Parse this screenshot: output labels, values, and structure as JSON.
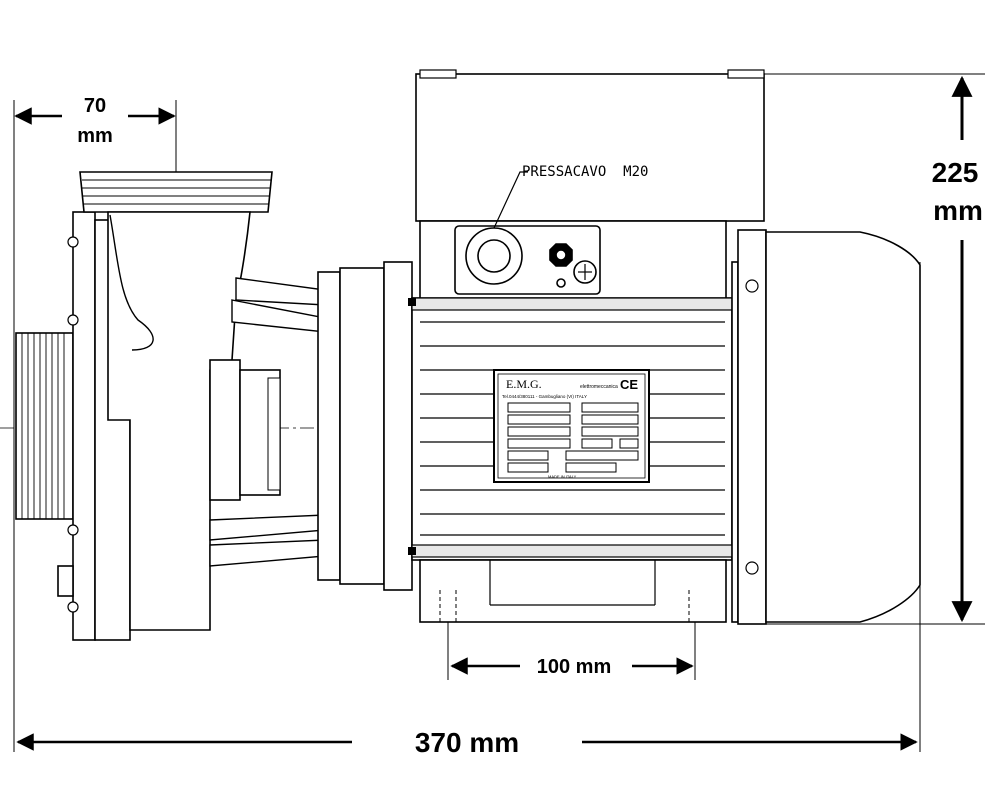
{
  "dimensions": {
    "inlet_offset": {
      "value": "70",
      "unit": "mm"
    },
    "height": {
      "value": "225",
      "unit": "mm"
    },
    "foot_spacing": "100 mm",
    "total_length": "370 mm"
  },
  "annotations": {
    "cable_gland": "PRESSACAVO  M20"
  },
  "nameplate": {
    "brand": "E.M.G.",
    "subtitle": "elettromeccanica",
    "contact": "Tel.0444/380111 - Gambugliano (VI) ITALY",
    "mark": "CE",
    "footer": "MADE IN ITALY"
  }
}
